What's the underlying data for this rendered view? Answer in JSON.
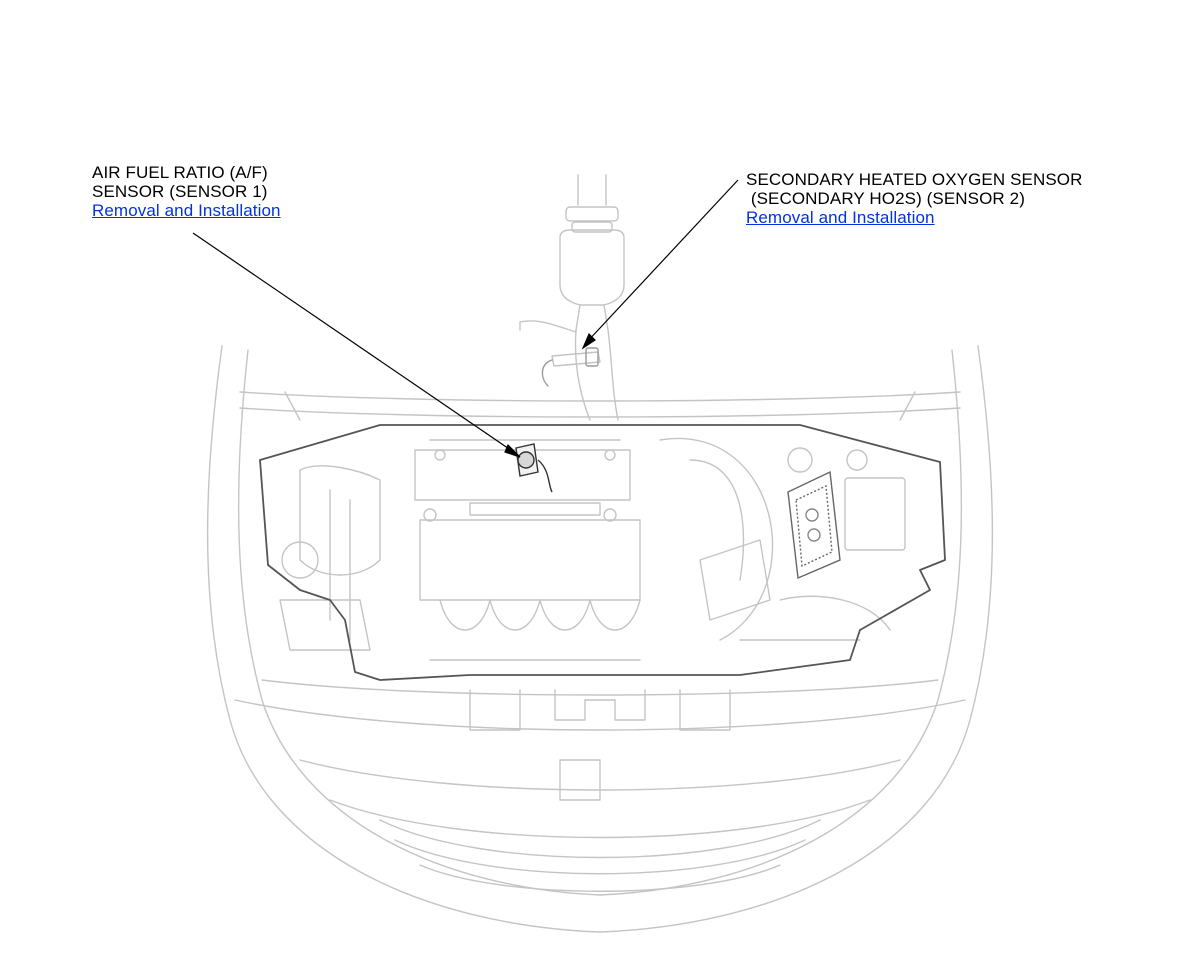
{
  "callouts": {
    "af_sensor": {
      "line1": "AIR FUEL RATIO (A/F)",
      "line2": "SENSOR (SENSOR 1)",
      "link": "Removal and Installation"
    },
    "ho2s_sensor": {
      "line1": "SECONDARY HEATED OXYGEN SENSOR",
      "line2": " (SECONDARY HO2S) (SENSOR 2)",
      "link": "Removal and Installation"
    }
  },
  "colors": {
    "link": "#0033dd",
    "leader": "#000000",
    "illustration": "#c4c4c4",
    "engine_bay_outline": "#555555"
  }
}
